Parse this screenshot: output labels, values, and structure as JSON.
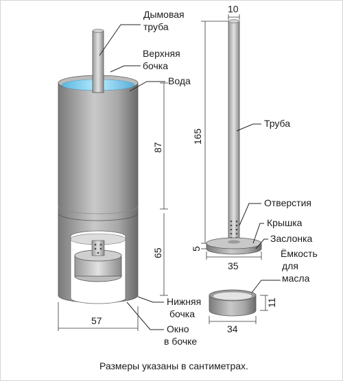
{
  "labels": {
    "smoke_pipe": [
      "Дымовая",
      "труба"
    ],
    "upper_barrel": [
      "Верхняя",
      "бочка"
    ],
    "water": "Вода",
    "pipe": "Труба",
    "holes": "Отверстия",
    "lid": "Крышка",
    "damper": "Заслонка",
    "oil_tank": [
      "Ёмкость",
      "для",
      "масла"
    ],
    "lower_barrel": [
      "Нижняя",
      "бочка"
    ],
    "barrel_window": [
      "Окно",
      "в бочке"
    ]
  },
  "dimensions": {
    "pipe_diameter": "10",
    "pipe_length": "165",
    "upper_barrel_height": "87",
    "lower_barrel_height": "65",
    "barrel_diameter": "57",
    "lid_thickness": "5",
    "lid_diameter": "35",
    "tank_height": "11",
    "tank_diameter": "34"
  },
  "caption": "Размеры указаны в сантиметрах.",
  "colors": {
    "metal_dark": "#6f6f6f",
    "metal_light": "#d8d8d8",
    "water": "#8fd3f0"
  }
}
